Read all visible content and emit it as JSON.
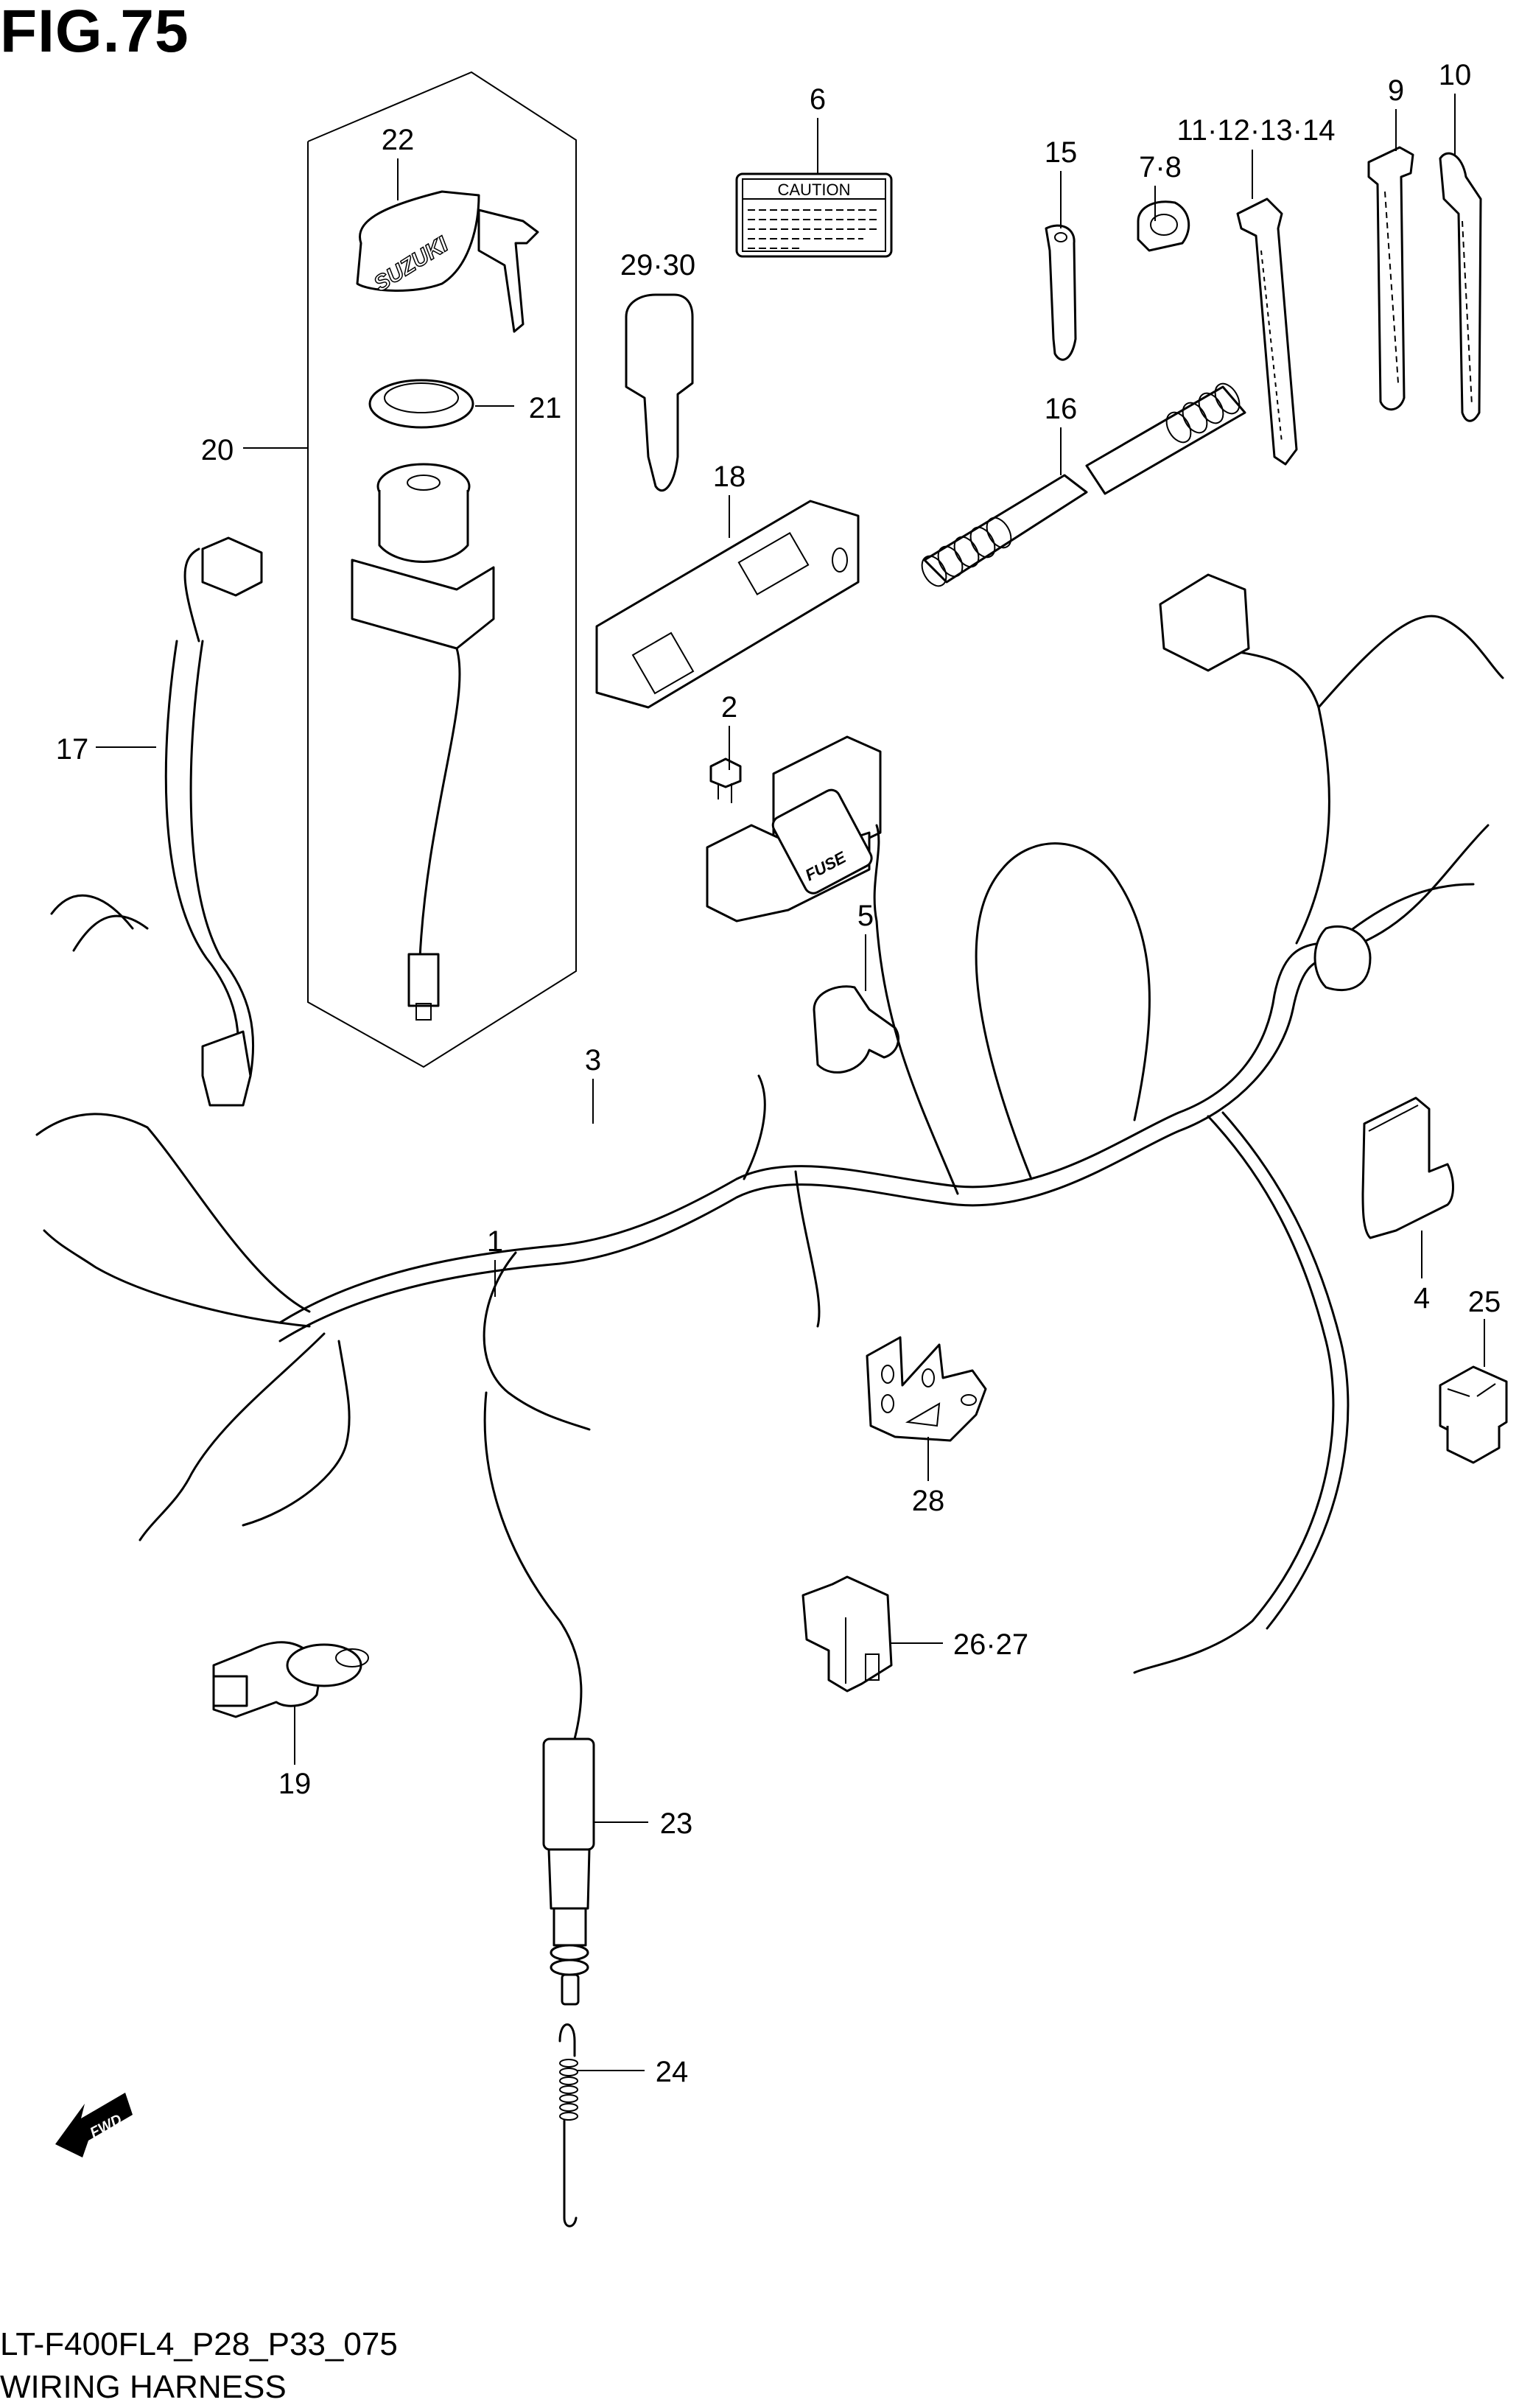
{
  "header": {
    "figure_label": "FIG.75"
  },
  "footer": {
    "model_code": "LT-F400FL4_P28_P33_075",
    "diagram_title": "WIRING HARNESS"
  },
  "direction_indicator": {
    "label": "FWD",
    "icon": "forward-arrow-icon"
  },
  "part_markings": {
    "caution_label_text": "CAUTION",
    "fuse_box_text": "FUSE",
    "key_brand_text": "SUZUKI"
  },
  "callouts": [
    {
      "ref": "1",
      "label": "1",
      "part": "wiring-harness"
    },
    {
      "ref": "2",
      "label": "2",
      "part": "fuse"
    },
    {
      "ref": "3",
      "label": "3",
      "part": "relay-small"
    },
    {
      "ref": "4",
      "label": "4",
      "part": "connector-cover"
    },
    {
      "ref": "5",
      "label": "5",
      "part": "connector-cap"
    },
    {
      "ref": "6",
      "label": "6",
      "part": "caution-label"
    },
    {
      "ref": "7-8",
      "label": "7·8",
      "part": "clamp"
    },
    {
      "ref": "9",
      "label": "9",
      "part": "band-clamp"
    },
    {
      "ref": "10",
      "label": "10",
      "part": "cable-tie"
    },
    {
      "ref": "11-14",
      "label": "11·12·13·14",
      "part": "cable-tie-clamp"
    },
    {
      "ref": "15",
      "label": "15",
      "part": "clamp-strap"
    },
    {
      "ref": "16",
      "label": "16",
      "part": "corrugated-tube"
    },
    {
      "ref": "17",
      "label": "17",
      "part": "sub-harness"
    },
    {
      "ref": "18",
      "label": "18",
      "part": "fuse-box-bracket"
    },
    {
      "ref": "19",
      "label": "19",
      "part": "sensor"
    },
    {
      "ref": "20",
      "label": "20",
      "part": "ignition-switch-assembly"
    },
    {
      "ref": "21",
      "label": "21",
      "part": "switch-nut"
    },
    {
      "ref": "22",
      "label": "22",
      "part": "ignition-key-set"
    },
    {
      "ref": "23",
      "label": "23",
      "part": "plug-cap"
    },
    {
      "ref": "24",
      "label": "24",
      "part": "spring"
    },
    {
      "ref": "25",
      "label": "25",
      "part": "relay"
    },
    {
      "ref": "26-27",
      "label": "26·27",
      "part": "relay-cover"
    },
    {
      "ref": "28",
      "label": "28",
      "part": "bracket"
    },
    {
      "ref": "29-30",
      "label": "29·30",
      "part": "key-blank"
    }
  ]
}
